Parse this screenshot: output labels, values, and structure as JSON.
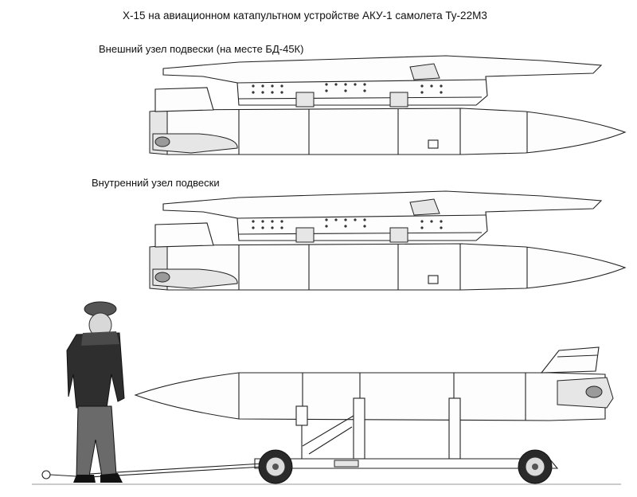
{
  "header": {
    "title": "Х-15 на авиационном катапультном устройстве АКУ-1 самолета Ту-22М3"
  },
  "views": [
    {
      "label": "Внешний узел подвески (на месте БД-45К)"
    },
    {
      "label": "Внутренний узел подвески"
    }
  ],
  "colors": {
    "line": "#222222",
    "background": "#ffffff",
    "fill_light": "#e6e6e6",
    "fill_dark": "#9a9a9a"
  }
}
